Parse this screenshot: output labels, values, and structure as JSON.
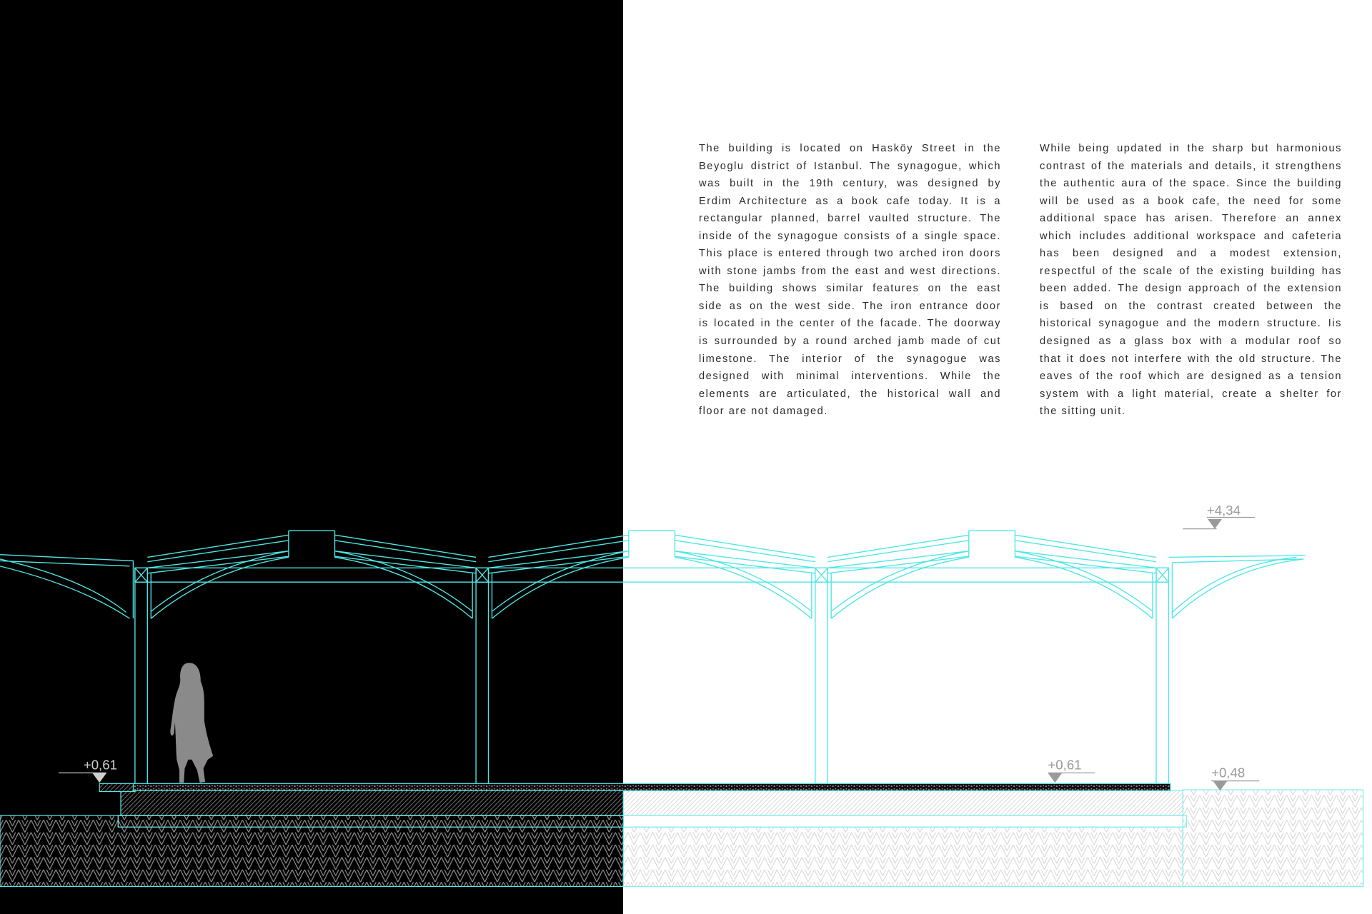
{
  "text": {
    "left_paragraph_lines": [
      "The building is located on Hasköy Street in the",
      "Beyoglu district of Istanbul. The synagogue, which",
      "was built in the 19th century, was designed by",
      "Erdim Architecture as a book cafe today. It is a",
      "rectangular planned, barrel vaulted structure. The",
      "inside of the synagogue consists of a single space.",
      "This place is entered through two arched iron doors",
      "with stone jambs from the east and west directions.",
      "The building shows similar features on the east",
      "side as on the west side. The iron entrance door",
      "is located in the center of the facade. The doorway",
      "is surrounded by a round arched jamb made of cut",
      "limestone. The interior of the synagogue was",
      "designed with minimal interventions. While the",
      "elements are articulated, the historical wall and",
      "floor are not damaged."
    ],
    "right_paragraph_lines": [
      "While being updated in the sharp but harmonious",
      "contrast of the materials and details, it strengthens",
      "the authentic aura of the space.  Since the building",
      "will be used as a book cafe, the need for some",
      "additional space has arisen. Therefore an annex",
      "which includes  additional workspace and cafeteria",
      "has been designed and a modest extension,",
      "respectful of the scale of the existing building has",
      "been added. The design approach of the extension",
      "is based on the contrast created between the",
      "historical synagogue and the modern structure.  Iis",
      "designed as a glass box with a modular roof so",
      "that it does not interfere with the old structure. The",
      "eaves of the roof which are designed as a tension",
      "system with a light material, create a shelter for",
      "the sitting unit."
    ]
  },
  "section": {
    "elevations": {
      "entry_left": "+0,61",
      "floor_right": "+0,61",
      "ground_right": "+0,48",
      "roof_top": "+4,34"
    }
  },
  "colors": {
    "dark_background": "#000000",
    "light_background": "#ffffff",
    "structure_line": "#4fe6e6",
    "text": "#2a2a2a",
    "elevation_label": "#9a9a9a",
    "human_figure": "#8a8a8a"
  }
}
